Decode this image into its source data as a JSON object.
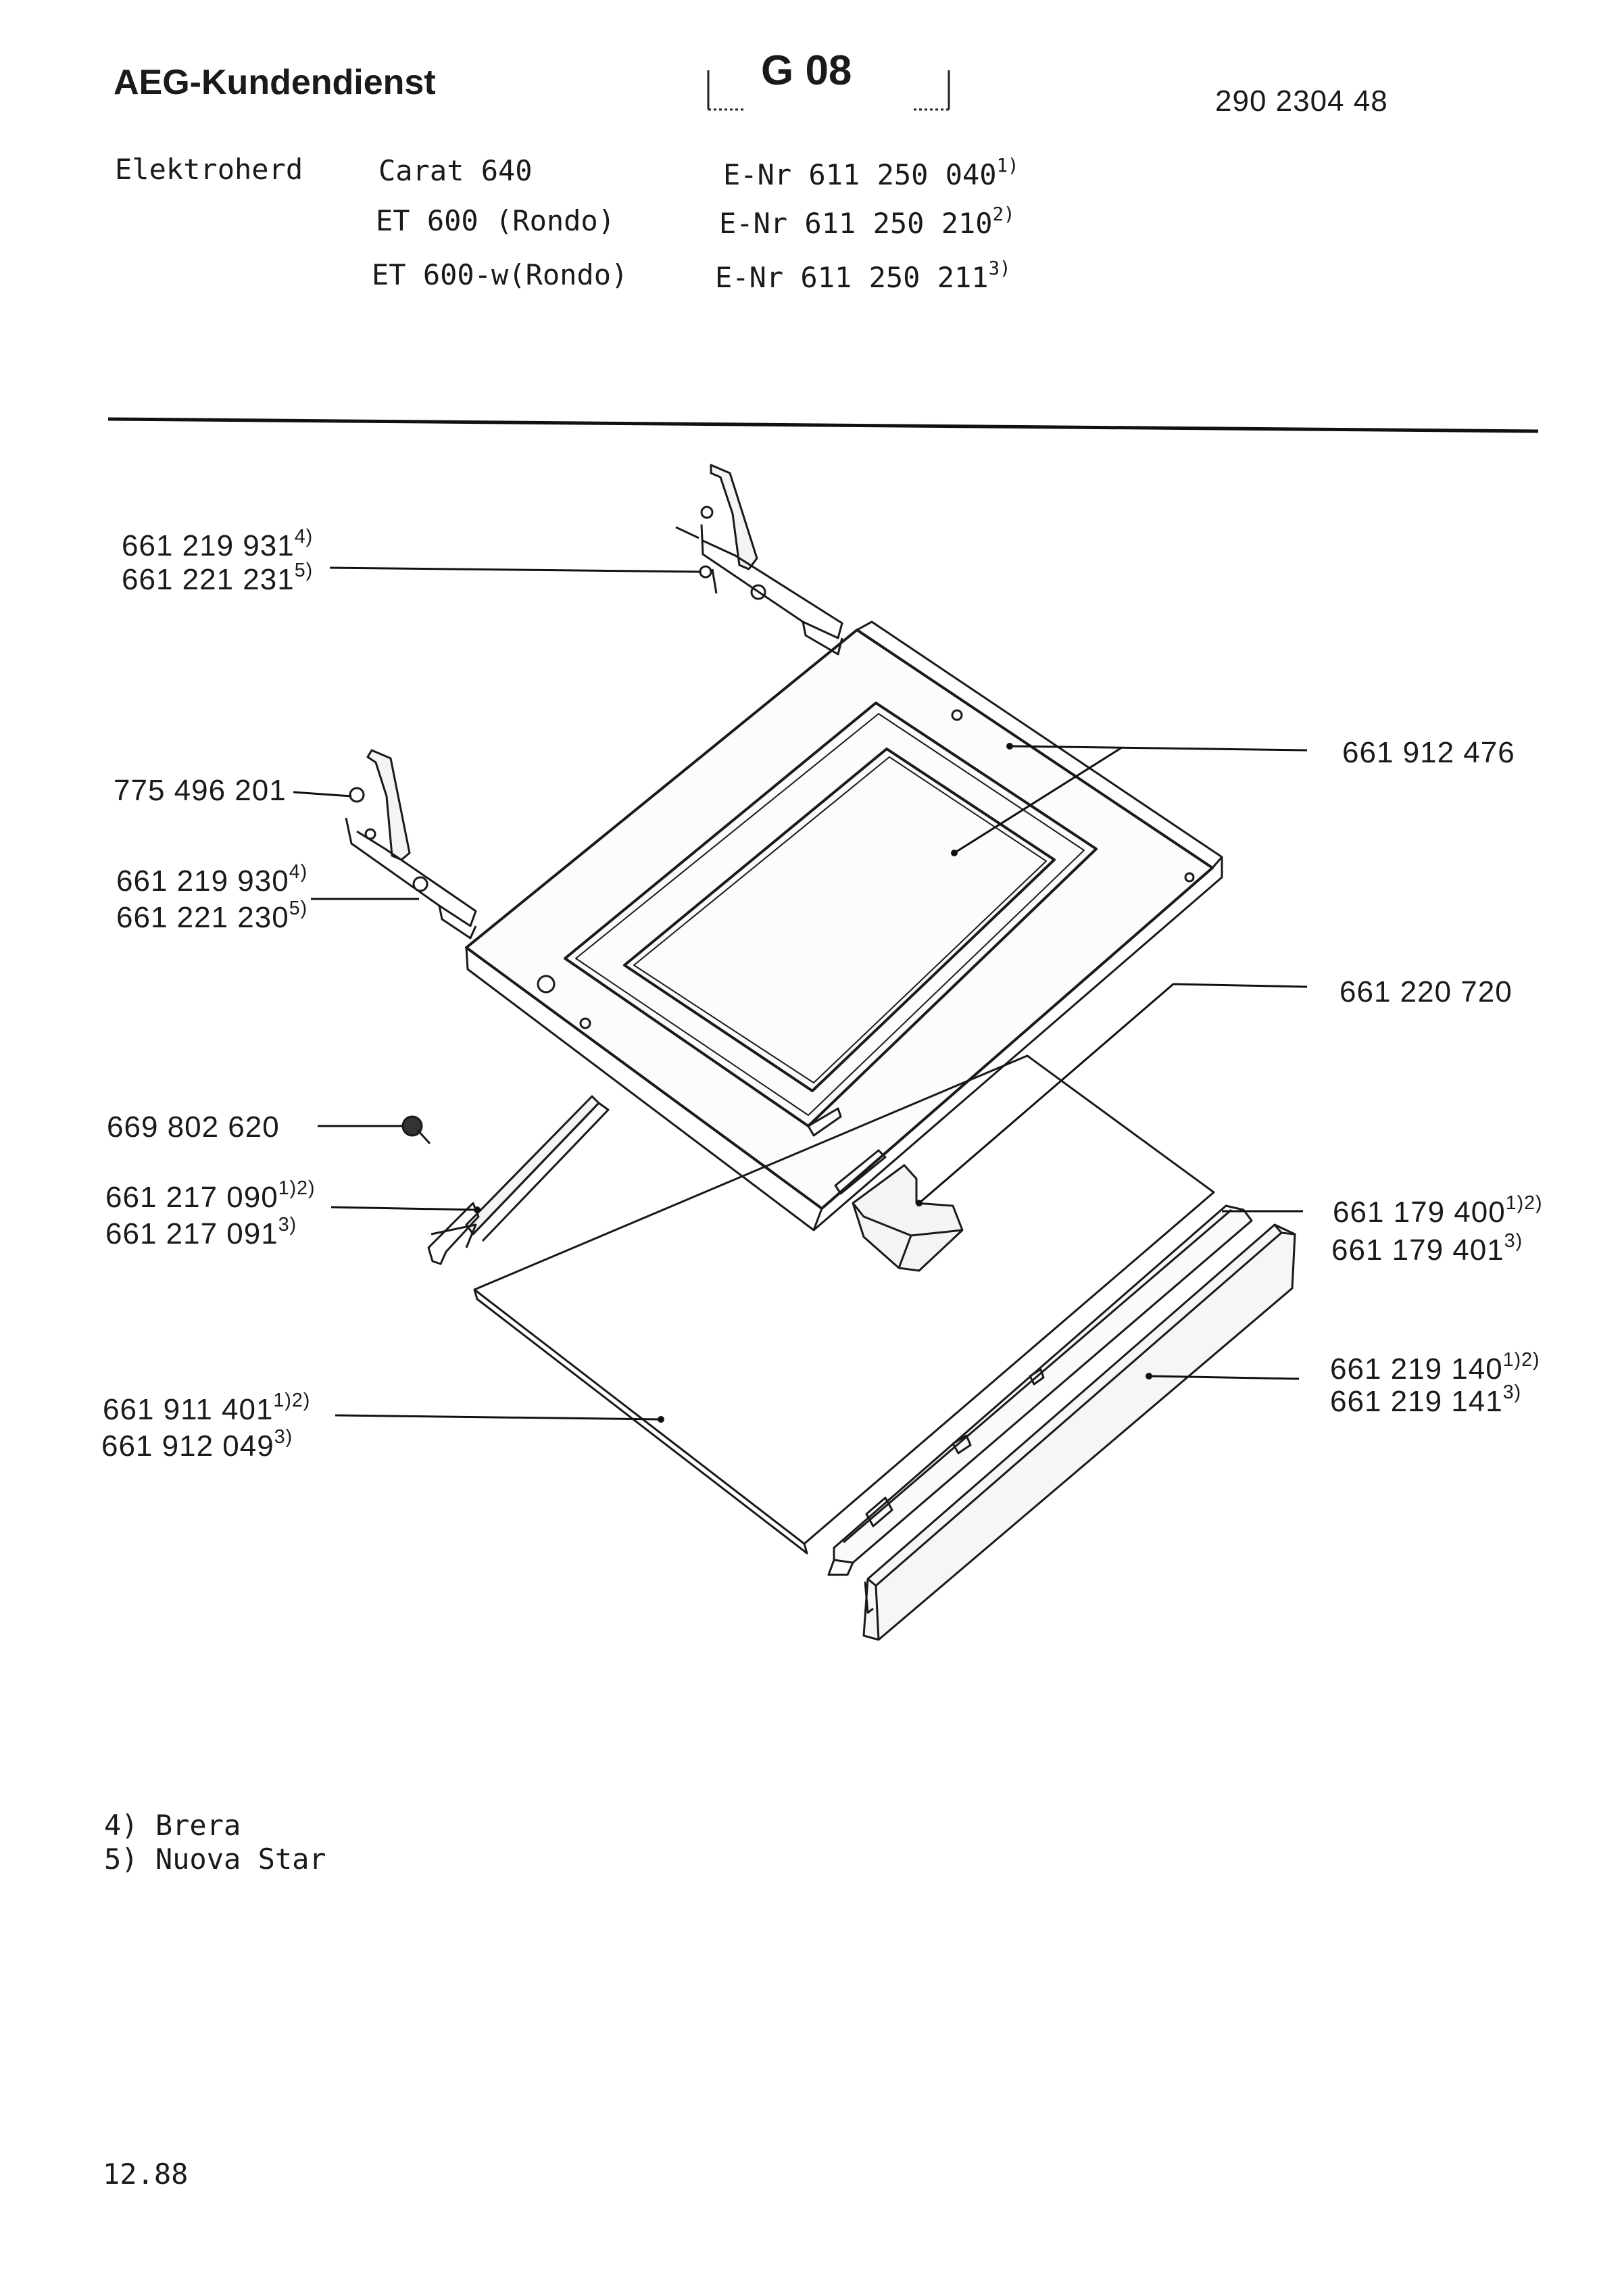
{
  "header": {
    "title": "AEG-Kundendienst",
    "code": "G 08",
    "doc_number": "290 2304 48"
  },
  "product": {
    "type": "Elektroherd",
    "models": [
      {
        "name": "Carat 640",
        "enr": "E-Nr 611 250 040",
        "note": "1)"
      },
      {
        "name": "ET 600 (Rondo)",
        "enr": "E-Nr 611 250 210",
        "note": "2)"
      },
      {
        "name": "ET 600-w(Rondo)",
        "enr": "E-Nr 611 250 211",
        "note": "3)"
      }
    ]
  },
  "parts": {
    "hinge_right_a": {
      "number": "661 219 931",
      "note": "4)"
    },
    "hinge_right_b": {
      "number": "661 221 231",
      "note": "5)"
    },
    "screw": {
      "number": "775 496 201"
    },
    "hinge_left_a": {
      "number": "661 219 930",
      "note": "4)"
    },
    "hinge_left_b": {
      "number": "661 221 230",
      "note": "5)"
    },
    "door_panel": {
      "number": "661 912 476"
    },
    "handle": {
      "number": "661 220 720"
    },
    "knob_screw": {
      "number": "669 802 620"
    },
    "side_rail_a": {
      "number": "661 217 090",
      "note": "1)2)"
    },
    "side_rail_b": {
      "number": "661 217 091",
      "note": "3)"
    },
    "trim_a": {
      "number": "661 179 400",
      "note": "1)2)"
    },
    "trim_b": {
      "number": "661 179 401",
      "note": "3)"
    },
    "glass_a": {
      "number": "661 911 401",
      "note": "1)2)"
    },
    "glass_b": {
      "number": "661 912 049",
      "note": "3)"
    },
    "strip_a": {
      "number": "661 219 140",
      "note": "1)2)"
    },
    "strip_b": {
      "number": "661 219 141",
      "note": "3)"
    }
  },
  "footnotes": [
    "4) Brera",
    "5) Nuova Star"
  ],
  "date": "12.88"
}
